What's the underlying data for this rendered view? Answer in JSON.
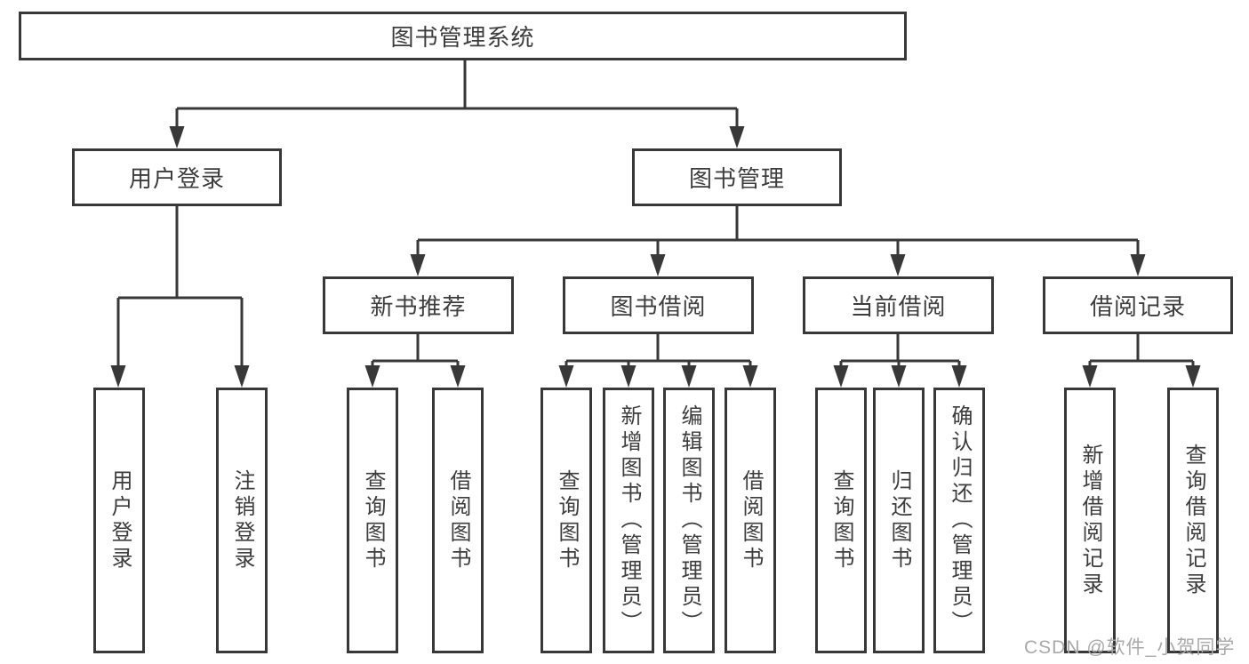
{
  "tree": {
    "root": {
      "label": "图书管理系统"
    },
    "branches": [
      {
        "label": "用户登录",
        "children": [
          {
            "label": "用户登录"
          },
          {
            "label": "注销登录"
          }
        ]
      },
      {
        "label": "图书管理",
        "children": [
          {
            "label": "新书推荐",
            "children": [
              {
                "label": "查询图书"
              },
              {
                "label": "借阅图书"
              }
            ]
          },
          {
            "label": "图书借阅",
            "children": [
              {
                "label": "查询图书"
              },
              {
                "label": "新增图书（管理员）"
              },
              {
                "label": "编辑图书（管理员）"
              },
              {
                "label": "借阅图书"
              }
            ]
          },
          {
            "label": "当前借阅",
            "children": [
              {
                "label": "查询图书"
              },
              {
                "label": "归还图书"
              },
              {
                "label": "确认归还（管理员）"
              }
            ]
          },
          {
            "label": "借阅记录",
            "children": [
              {
                "label": "新增借阅记录"
              },
              {
                "label": "查询借阅记录"
              }
            ]
          }
        ]
      }
    ]
  },
  "watermark": {
    "text": "CSDN @软件_小贺同学"
  },
  "colors": {
    "line": "#383838",
    "box_border": "#383838",
    "text": "#3d3d3d",
    "watermark": "#a9a9a9",
    "background": "#ffffff"
  }
}
